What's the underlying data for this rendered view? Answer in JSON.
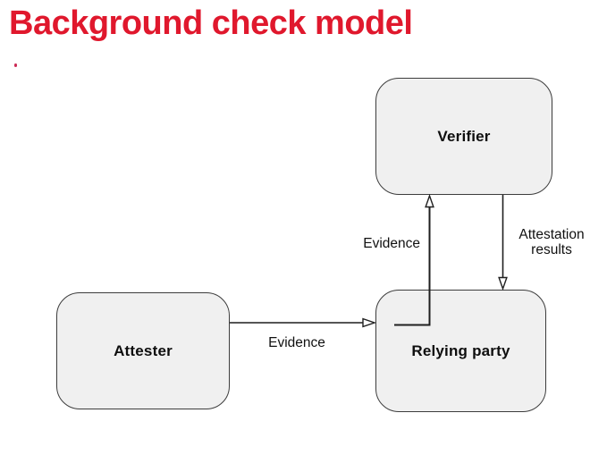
{
  "title": "Background check model",
  "decorations": {
    "red_dot": "small-red-dot-under-title"
  },
  "colors": {
    "title_red": "#e0182d",
    "box_fill": "#f0f0f0",
    "box_border": "#3c3c3c",
    "line": "#1f1f1f",
    "arrowhead_fill": "#ffffff"
  },
  "diagram": {
    "nodes": [
      {
        "id": "verifier",
        "label": "Verifier"
      },
      {
        "id": "attester",
        "label": "Attester"
      },
      {
        "id": "relying_party",
        "label": "Relying party"
      }
    ],
    "edges": [
      {
        "id": "attester-to-relying-party",
        "from": "Attester",
        "to": "Relying party",
        "label": "Evidence",
        "style": "open-arrowhead"
      },
      {
        "id": "relying-party-to-verifier",
        "from": "Relying party",
        "to": "Verifier",
        "label": "Evidence",
        "style": "open-arrowhead-elbow"
      },
      {
        "id": "verifier-to-relying-party",
        "from": "Verifier",
        "to": "Relying party",
        "label": "Attestation results",
        "style": "open-arrowhead"
      }
    ]
  }
}
